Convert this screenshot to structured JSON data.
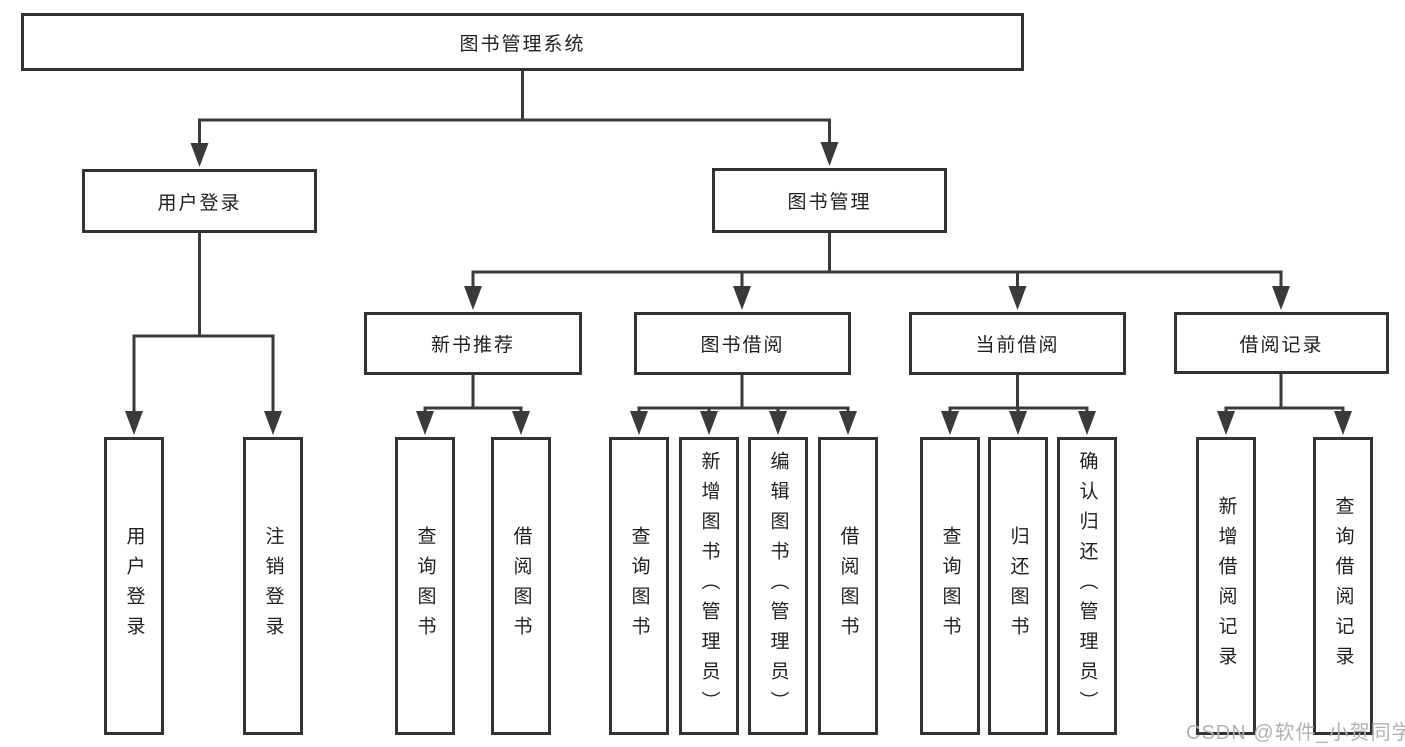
{
  "nodes": {
    "root": {
      "label": "图书管理系统"
    },
    "level2": [
      {
        "label": "用户登录"
      },
      {
        "label": "图书管理"
      }
    ],
    "level3": [
      {
        "label": "新书推荐"
      },
      {
        "label": "图书借阅"
      },
      {
        "label": "当前借阅"
      },
      {
        "label": "借阅记录"
      }
    ],
    "leaves": [
      {
        "label": "用户登录"
      },
      {
        "label": "注销登录"
      },
      {
        "label": "查询图书"
      },
      {
        "label": "借阅图书"
      },
      {
        "label": "查询图书"
      },
      {
        "label": "新增图书（管理员）"
      },
      {
        "label": "编辑图书（管理员）"
      },
      {
        "label": "借阅图书"
      },
      {
        "label": "查询图书"
      },
      {
        "label": "归还图书"
      },
      {
        "label": "确认归还（管理员）"
      },
      {
        "label": "新增借阅记录"
      },
      {
        "label": "查询借阅记录"
      }
    ]
  },
  "watermark": {
    "text": "CSDN @软件_小贺同学"
  },
  "colors": {
    "line": "#3a3a3a",
    "box_border": "#333333",
    "text": "#1f1f1f",
    "watermark": "#b2b2b6",
    "background": "#ffffff"
  }
}
